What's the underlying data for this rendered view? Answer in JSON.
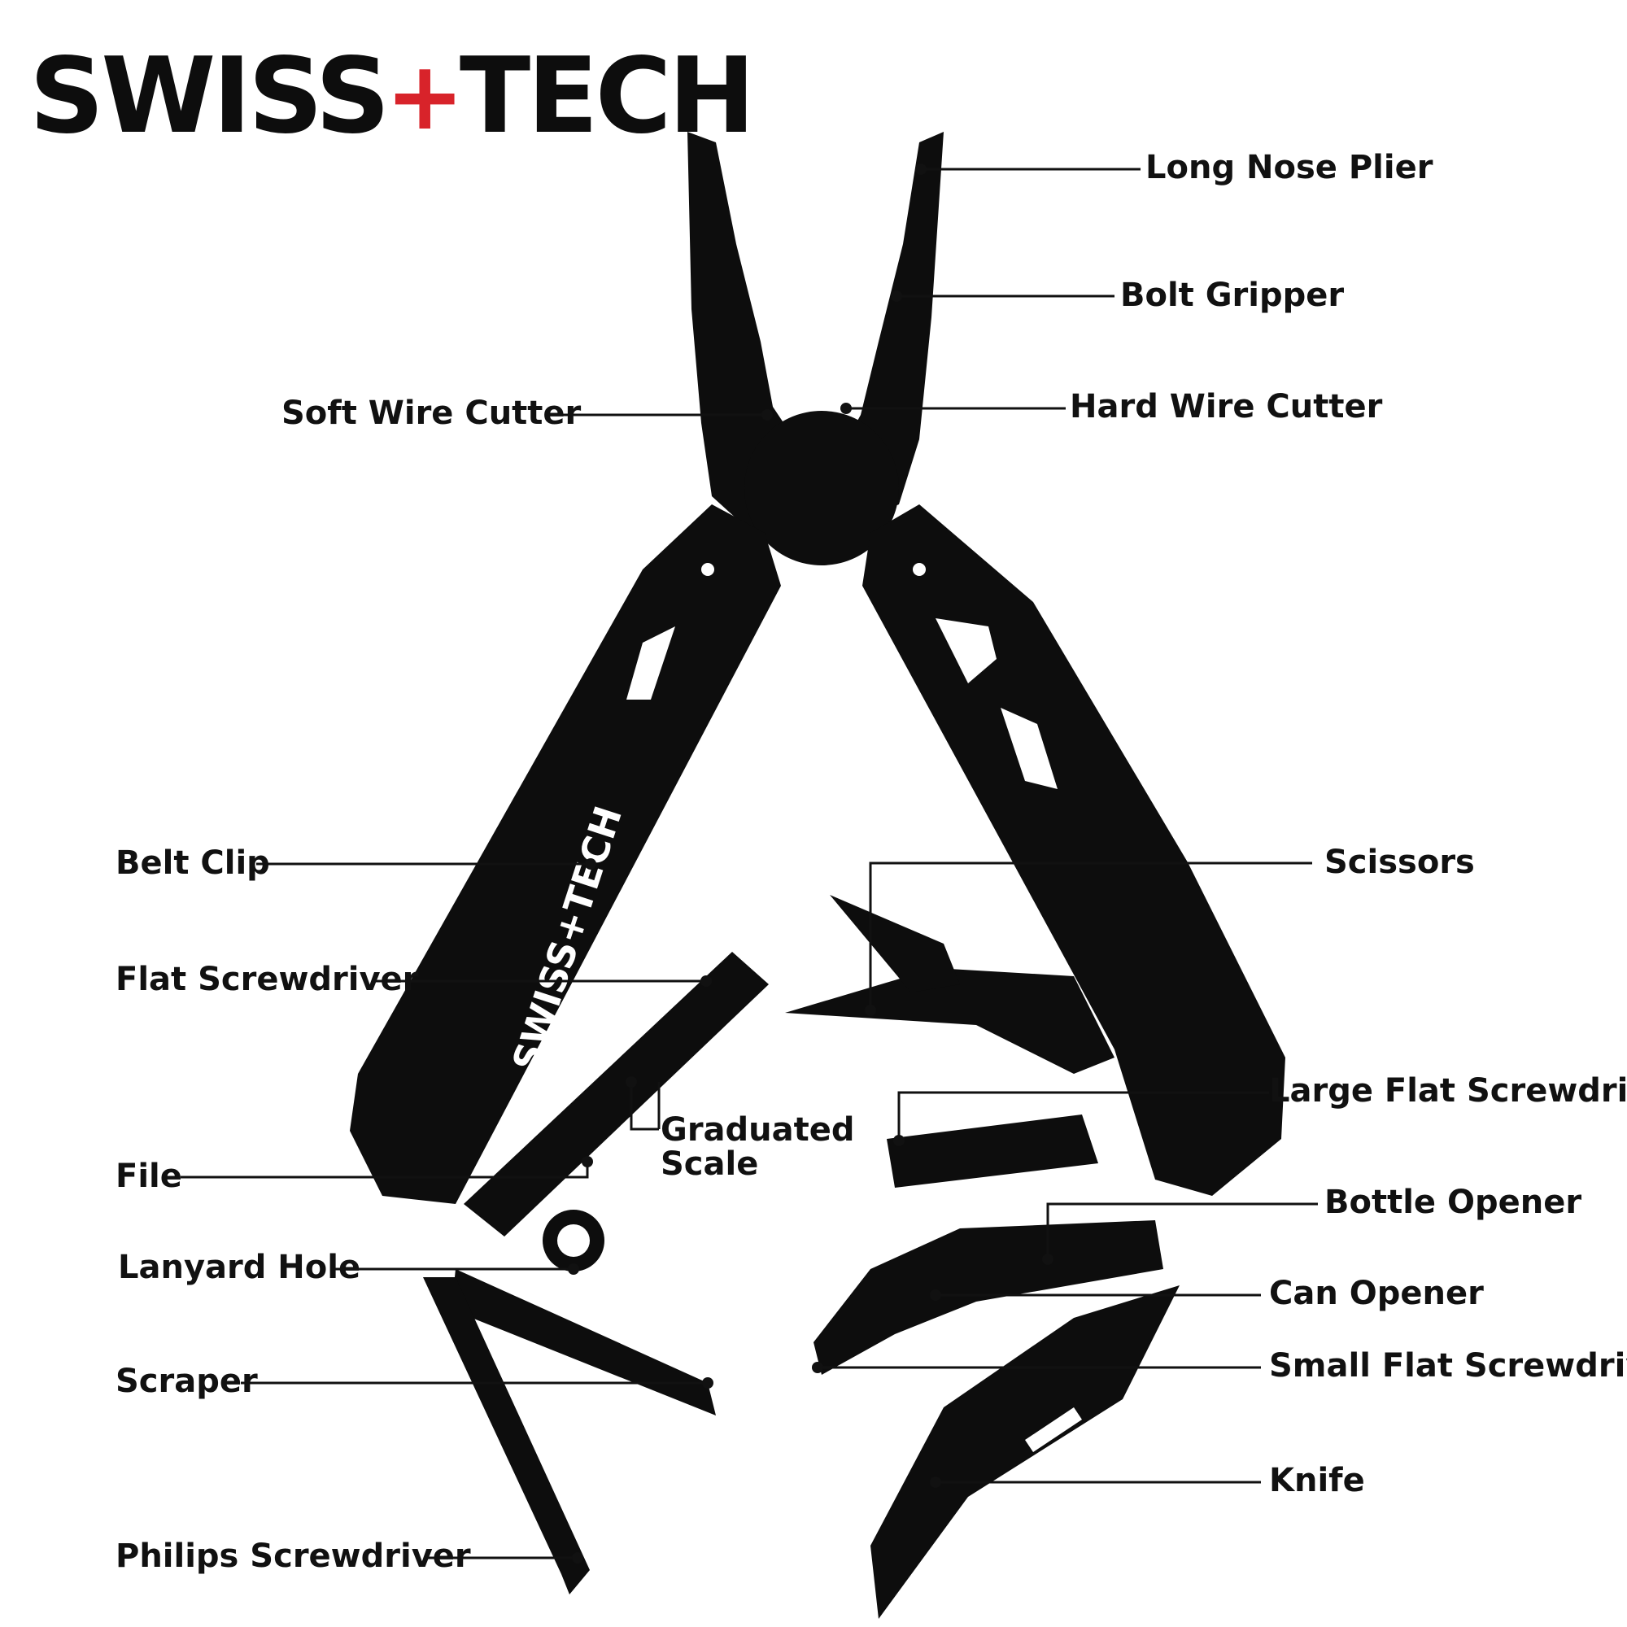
{
  "brand": {
    "left": "SWISS",
    "plus": "+",
    "right": "TECH"
  },
  "colors": {
    "ink": "#111111",
    "tool": "#0d0d0d",
    "accent": "#d8232a",
    "background": "#ffffff"
  },
  "handle_brand_text": "SWISS+TECH",
  "labels": {
    "long_nose_plier": "Long Nose Plier",
    "bolt_gripper": "Bolt Gripper",
    "hard_wire_cutter": "Hard Wire Cutter",
    "soft_wire_cutter": "Soft Wire Cutter",
    "belt_clip": "Belt Clip",
    "scissors": "Scissors",
    "flat_screwdriver": "Flat Screwdriver",
    "graduated_scale": "Graduated Scale",
    "large_flat_screwdriver": "Large Flat Screwdriver",
    "file": "File",
    "bottle_opener": "Bottle Opener",
    "lanyard_hole": "Lanyard Hole",
    "can_opener": "Can Opener",
    "scraper": "Scraper",
    "small_flat_screwdriver": "Small Flat Screwdriver",
    "knife": "Knife",
    "philips_screwdriver": "Philips Screwdriver"
  }
}
